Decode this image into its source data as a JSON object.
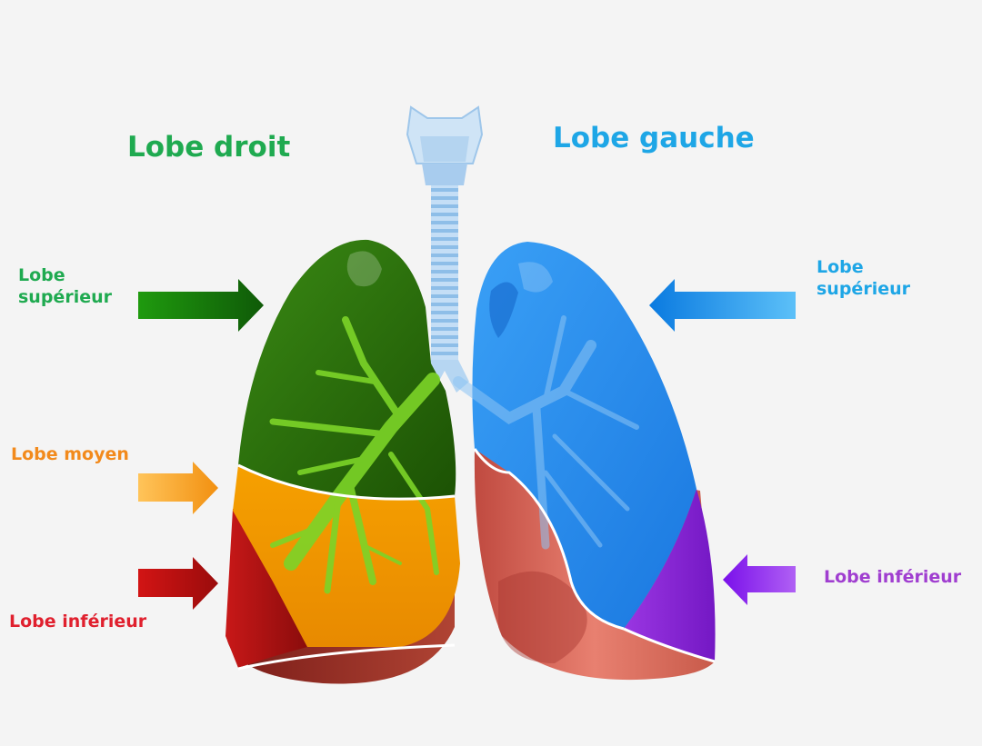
{
  "colors": {
    "right_upper": "#2e7a0c",
    "right_middle": "#f09000",
    "right_lower": "#b81818",
    "left_upper": "#2a8ff0",
    "left_lower": "#8a2cd8",
    "trachea": "#b8d8f4",
    "bronchi": "#74d020",
    "title_right": "#1faa50",
    "title_left": "#1ea6e6",
    "label_middle": "#f28a1c",
    "label_lower_right": "#e0202e",
    "label_lower_left": "#a03ed0"
  },
  "titles": {
    "right": "Lobe droit",
    "left": "Lobe gauche"
  },
  "labels": {
    "right_upper_line1": "Lobe",
    "right_upper_line2": "supérieur",
    "right_middle": "Lobe moyen",
    "right_lower": "Lobe inférieur",
    "left_upper_line1": "Lobe",
    "left_upper_line2": "supérieur",
    "left_lower": "Lobe inférieur"
  },
  "icons": {
    "arrow_right_upper": "arrow-right-icon",
    "arrow_right_middle": "arrow-right-icon",
    "arrow_right_lower": "arrow-right-icon",
    "arrow_left_upper": "arrow-left-icon",
    "arrow_left_lower": "arrow-left-icon"
  }
}
